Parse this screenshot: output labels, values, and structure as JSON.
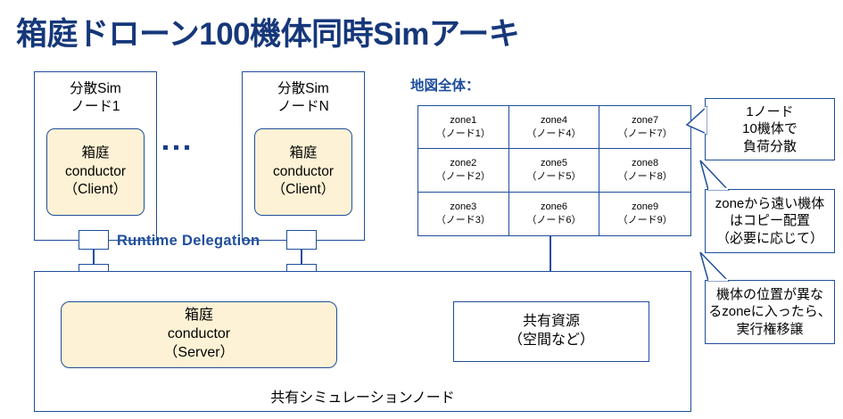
{
  "title": "箱庭ドローン100機体同時Simアーキ",
  "colors": {
    "title_blue": "#16377a",
    "line_blue": "#1f4e9c",
    "conductor_fill": "#fdf2d5",
    "background": "#ffffff"
  },
  "sim_nodes": [
    {
      "title": "分散Sim\nノード1",
      "conductor": "箱庭\nconductor\n（Client）"
    },
    {
      "title": "分散Sim\nノードN",
      "conductor": "箱庭\nconductor\n（Client）"
    }
  ],
  "ellipsis": "・・・",
  "delegation_label": "Runtime Delegation",
  "map": {
    "label": "地図全体：",
    "zones": [
      {
        "zone": "zone1",
        "node": "（ノード1）"
      },
      {
        "zone": "zone4",
        "node": "（ノード4）"
      },
      {
        "zone": "zone7",
        "node": "（ノード7）"
      },
      {
        "zone": "zone2",
        "node": "（ノード2）"
      },
      {
        "zone": "zone5",
        "node": "（ノード5）"
      },
      {
        "zone": "zone8",
        "node": "（ノード8）"
      },
      {
        "zone": "zone3",
        "node": "（ノード3）"
      },
      {
        "zone": "zone6",
        "node": "（ノード6）"
      },
      {
        "zone": "zone9",
        "node": "（ノード9）"
      }
    ]
  },
  "callouts": [
    {
      "text": "1ノード\n10機体で\n負荷分散"
    },
    {
      "text": "zoneから遠い機体\nはコピー配置\n（必要に応じて）"
    },
    {
      "text": "機体の位置が異な\nるzoneに入ったら、\n実行権移譲"
    }
  ],
  "shared": {
    "server_conductor": "箱庭\nconductor\n（Server）",
    "shared_resource": "共有資源\n（空間など）",
    "node_label": "共有シミュレーションノード"
  }
}
